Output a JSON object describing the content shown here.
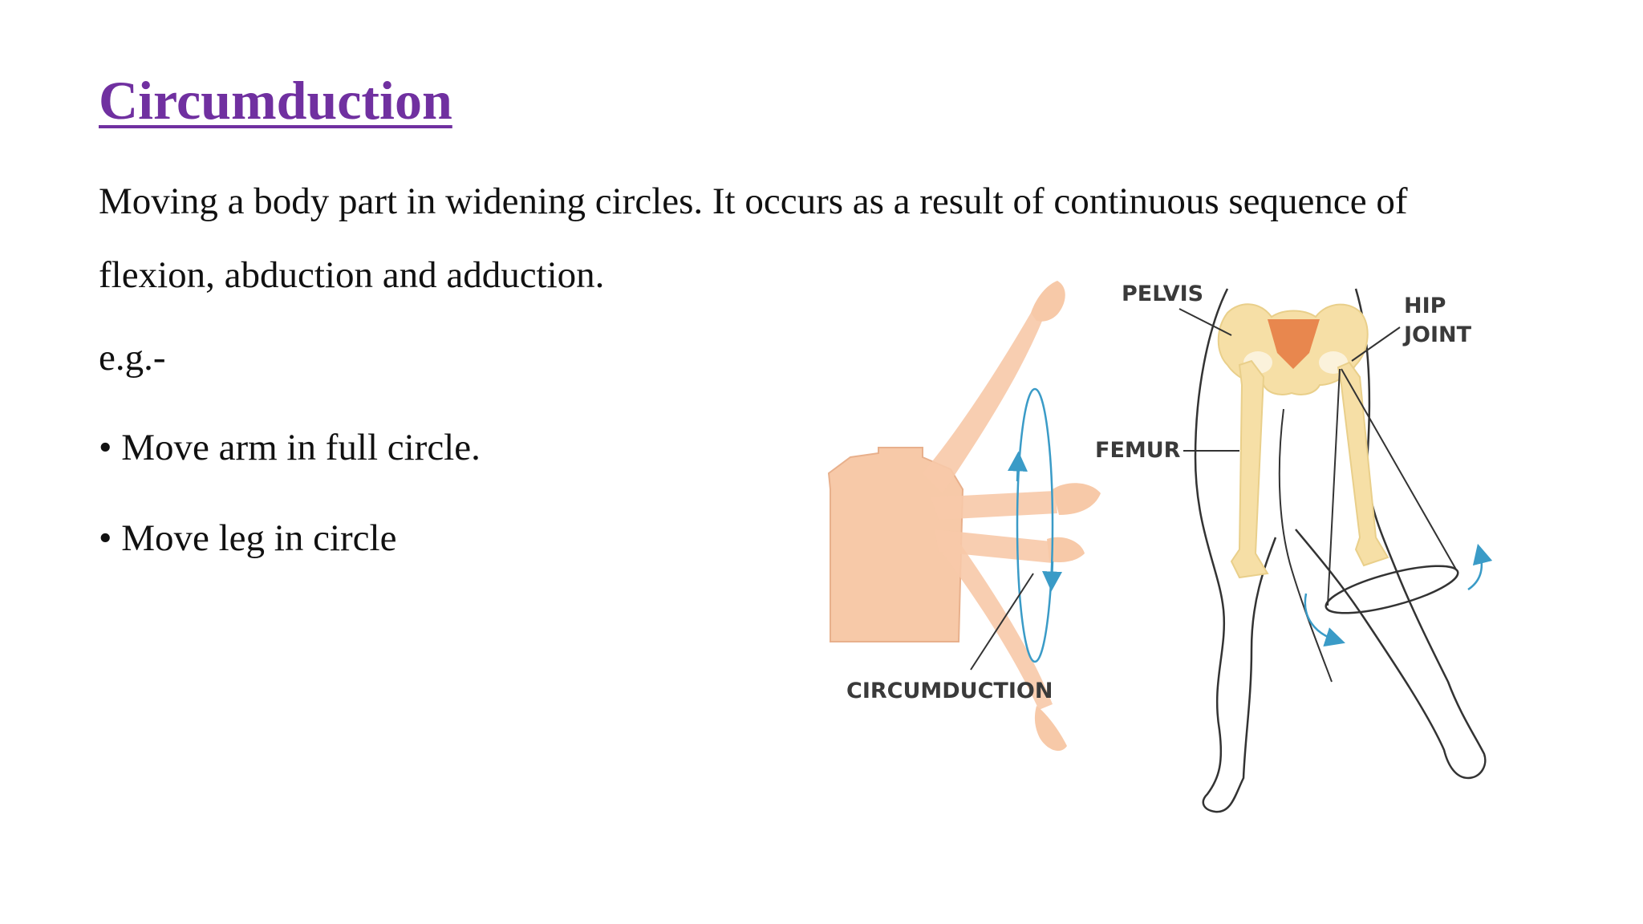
{
  "slide": {
    "title": "Circumduction",
    "description": "Moving a body part in widening circles. It occurs as a result of continuous sequence of flexion, abduction and adduction.",
    "example_label": "e.g.-",
    "bullets": [
      "• Move arm in full circle.",
      "• Move leg in circle"
    ]
  },
  "figure": {
    "labels": {
      "pelvis": "PELVIS",
      "hip_joint_line1": "HIP",
      "hip_joint_line2": "JOINT",
      "femur": "FEMUR",
      "circumduction": "CIRCUMDUCTION"
    },
    "colors": {
      "skin": "#f7c9a8",
      "bone": "#f6dfa6",
      "sacrum": "#e8874e",
      "arrow": "#3a9bc7",
      "outline": "#333333"
    }
  }
}
